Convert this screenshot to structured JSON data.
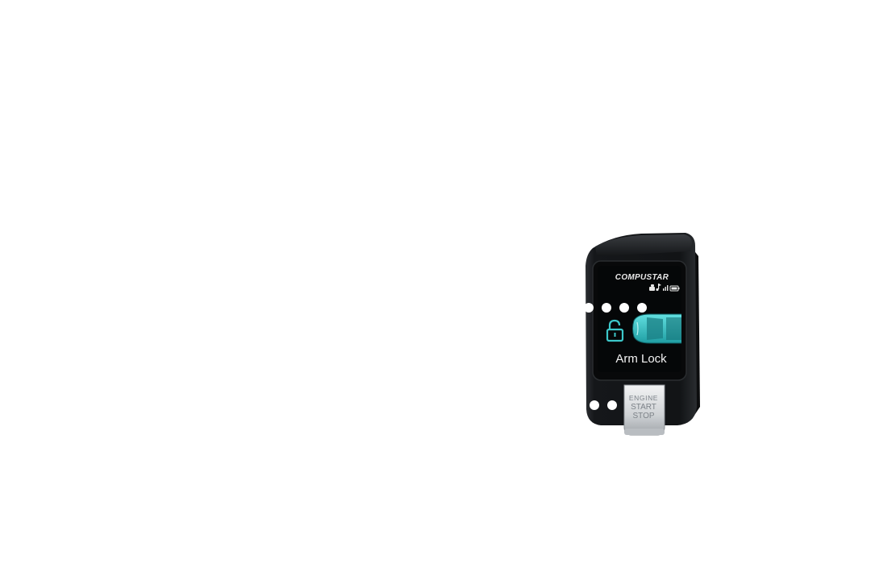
{
  "remote": {
    "brand": "COMPUSTAR",
    "screen": {
      "status_icons": [
        "car-icon",
        "music-note-icon",
        "signal-bars-icon",
        "battery-icon"
      ],
      "lock_icon": "unlocked-padlock-icon",
      "vehicle_image": "car-top-view-icon",
      "mode_label": "Arm Lock",
      "colors": {
        "accent": "#3cc7c9",
        "screen_bg": "#050708"
      }
    },
    "button": {
      "line1": "ENGINE",
      "line2": "START",
      "line3": "STOP"
    },
    "colors": {
      "body": "#141618",
      "bezel": "#0a0b0c",
      "button_metal": "#d8dadc"
    }
  },
  "hotspots": [
    {
      "name": "hotspot-1"
    },
    {
      "name": "hotspot-2"
    },
    {
      "name": "hotspot-3"
    },
    {
      "name": "hotspot-4"
    },
    {
      "name": "hotspot-5"
    },
    {
      "name": "hotspot-6"
    }
  ]
}
